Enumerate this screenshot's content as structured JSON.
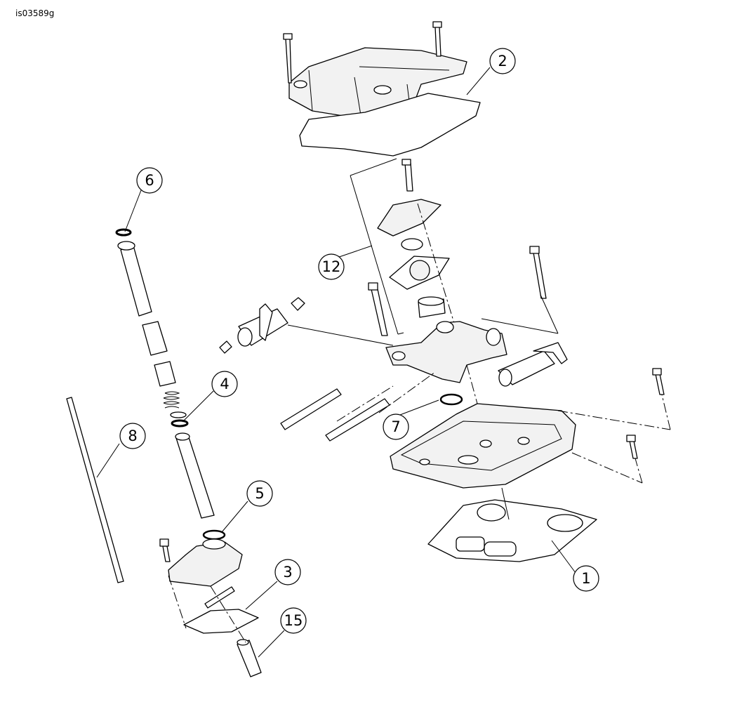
{
  "figure_id": "is03589g",
  "callouts": [
    {
      "label": "1",
      "part": "gasket-lower"
    },
    {
      "label": "2",
      "part": "rocker-cover-gasket"
    },
    {
      "label": "3",
      "part": "lifter-cover-gasket"
    },
    {
      "label": "4",
      "part": "retaining-clip"
    },
    {
      "label": "5",
      "part": "o-ring-lower"
    },
    {
      "label": "6",
      "part": "retaining-clip-top"
    },
    {
      "label": "7",
      "part": "o-ring"
    },
    {
      "label": "8",
      "part": "pushrod"
    },
    {
      "label": "12",
      "part": "breather-assembly"
    },
    {
      "label": "15",
      "part": "lifter"
    }
  ]
}
